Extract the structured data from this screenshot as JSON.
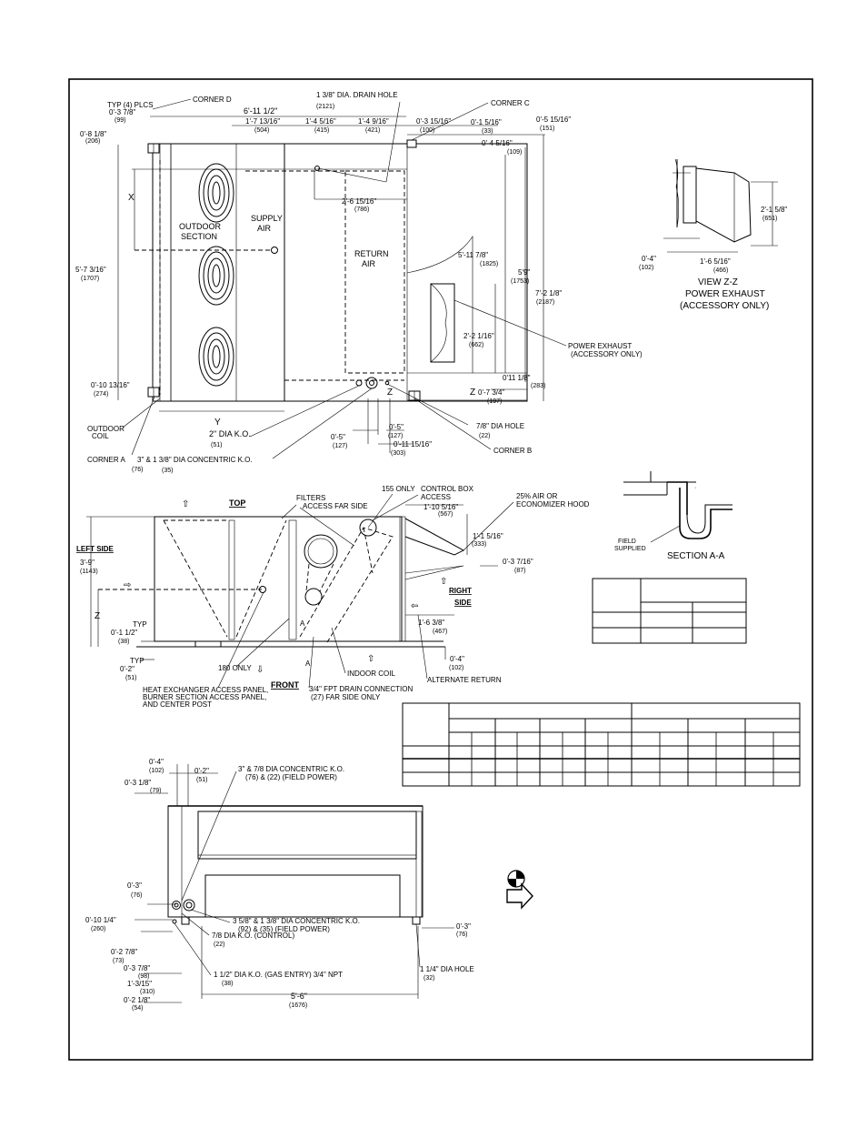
{
  "top_view": {
    "corner_d": "CORNER D",
    "corner_c": "CORNER C",
    "corner_a": "CORNER A",
    "corner_b": "CORNER B",
    "typ_4_plcs": "TYP (4) PLCS",
    "drain_hole": "1 3/8\" DIA. DRAIN HOLE",
    "dims": {
      "d_0_3_7_8": "0'-3 7/8\"",
      "m_99": "(99)",
      "d_0_8_1_8": "0'-8 1/8\"",
      "m_206": "(206)",
      "d_6_11_1_2": "6'-11 1/2\"",
      "m_2121": "(2121)",
      "d_1_7_13_16": "1'-7 13/16\"",
      "m_504": "(504)",
      "d_1_4_5_16": "1'-4 5/16\"",
      "m_415": "(415)",
      "d_1_4_9_16": "1'-4 9/16\"",
      "m_421": "(421)",
      "d_0_3_15_16": "0'-3 15/16\"",
      "m_100": "(100)",
      "d_0_1_5_16": "0'-1 5/16\"",
      "m_33": "(33)",
      "d_0_5_15_16": "0'-5 15/16\"",
      "m_151": "(151)",
      "d_0_4_5_16": "0'-4 5/16\"",
      "m_109": "(109)",
      "d_2_6_15_16": "2'-6 15/16\"",
      "m_786": "(786)",
      "d_5_7_3_16": "5'-7 3/16\"",
      "m_1707": "(1707)",
      "d_5_11_7_8": "5'-11 7/8\"",
      "m_1825": "(1825)",
      "d_5_9": "5'9\"",
      "m_1753": "(1753)",
      "d_7_2_1_8": "7'-2 1/8\"",
      "m_2187": "(2187)",
      "d_2_2_1_16": "2'-2 1/16\"",
      "m_662": "(662)",
      "d_0_11_1_8": "0'11 1/8\"",
      "m_283": "(283)",
      "d_0_7_3_4": "0'-7 3/4\"",
      "m_197": "(197)",
      "d_0_10_13_16": "0'-10 13/16\"",
      "m_274": "(274)",
      "d_0_5_a": "0'-5\"",
      "m_127a": "(127)",
      "d_0_5_b": "0'-5\"",
      "m_127b": "(127)",
      "d_0_11_15_16": "0'-11 15/16\"",
      "m_303": "(303)"
    },
    "x_label": "X",
    "y_label": "Y",
    "z_label1": "Z",
    "z_label2": "Z",
    "outdoor_section": [
      "OUTDOOR",
      "SECTION"
    ],
    "supply_air": [
      "SUPPLY",
      "AIR"
    ],
    "return_air": [
      "RETURN",
      "AIR"
    ],
    "outdoor_coil": [
      "OUTDOOR",
      "COIL"
    ],
    "ko_2in": "2\" DIA K.O.",
    "m_51": "(51)",
    "concentric_ko": "3\" & 1 3/8\" DIA CONCENTRIC K.O.",
    "m_76_35": [
      "(76)",
      "(35)"
    ],
    "hole_7_8": "7/8\" DIA HOLE",
    "m_22": "(22)",
    "power_exhaust": [
      "POWER EXHAUST",
      "(ACCESSORY ONLY)"
    ]
  },
  "view_zz": {
    "title": [
      "VIEW Z-Z",
      "POWER EXHAUST",
      "(ACCESSORY ONLY)"
    ],
    "d_2_1_5_8": "2'-1 5/8\"",
    "m_651": "(651)",
    "d_1_6_5_16": "1'-6 5/16\"",
    "m_466": "(466)",
    "d_0_4": "0'-4\"",
    "m_102": "(102)"
  },
  "side_view": {
    "top": "TOP",
    "left_side": "LEFT SIDE",
    "right_side": [
      "RIGHT",
      "SIDE"
    ],
    "front": "FRONT",
    "filters": [
      "FILTERS",
      "ACCESS FAR SIDE"
    ],
    "only_155": "155 ONLY",
    "control_box": [
      "CONTROL BOX",
      "ACCESS"
    ],
    "hood": [
      "25% AIR OR",
      "ECONOMIZER HOOD"
    ],
    "d_1_10_5_16": "1'-10 5/16\"",
    "m_567": "(567)",
    "d_1_1_5_16": "1'-1 5/16\"",
    "m_333": "(333)",
    "d_0_3_7_16": "0'-3 7/16\"",
    "m_87": "(87)",
    "d_3_9": "3'-9\"",
    "m_1143": "(1143)",
    "z_label": "Z",
    "typ1": "TYP",
    "d_0_1_1_2": "0'-1 1/2\"",
    "m_38": "(38)",
    "typ2": "TYP",
    "d_0_2": "0'-2\"",
    "m_51": "(51)",
    "d_1_6_3_8": "1'-6 3/8\"",
    "m_467": "(467)",
    "d_0_4": "0'-4\"",
    "m_102": "(102)",
    "only_180": "180 ONLY",
    "heat_exchanger": [
      "HEAT EXCHANGER ACCESS PANEL,",
      "BURNER SECTION ACCESS PANEL,",
      "AND CENTER POST"
    ],
    "indoor_coil": "INDOOR COIL",
    "drain_conn": [
      "3/4\" FPT DRAIN CONNECTION",
      "(27)   FAR SIDE ONLY"
    ],
    "alternate_return": "ALTERNATE RETURN",
    "a_label1": "A",
    "a_label2": "A"
  },
  "section_aa": {
    "title": "SECTION A-A",
    "field_supplied": [
      "FIELD",
      "SUPPLIED"
    ]
  },
  "end_view": {
    "d_0_4": "0'-4\"",
    "m_102": "(102)",
    "d_0_2": "0'-2\"",
    "m_51": "(51)",
    "d_0_3_1_8": "0'-3 1/8\"",
    "m_79": "(79)",
    "concentric_field": [
      "3\" & 7/8 DIA CONCENTRIC K.O.",
      "(76) & (22)  (FIELD POWER)"
    ],
    "d_0_3": "0'-3\"",
    "m_76": "(76)",
    "d_0_10_1_4": "0'-10 1/4\"",
    "m_260": "(260)",
    "concentric_358": [
      "3 5/8\" & 1 3/8\" DIA CONCENTRIC K.O.",
      "(92) & (35)  (FIELD POWER)"
    ],
    "ko_7_8": [
      "7/8 DIA K.O.  (CONTROL)",
      "(22)"
    ],
    "d_0_2_7_8": "0'-2 7/8\"",
    "m_73": "(73)",
    "d_0_3_7_8": "0'-3 7/8\"",
    "m_98": "(98)",
    "d_1_3_3_16": "1'-3/15\"",
    "m_310": "(310)",
    "ko_gas": [
      "1 1/2\" DIA K.O. (GAS ENTRY) 3/4\" NPT",
      "(38)"
    ],
    "d_0_2_1_8": "0'-2 1/8\"",
    "m_54": "(54)",
    "d_5_6": "5'-6\"",
    "m_1676": "(1676)",
    "d_0_3_b": "0'-3\"",
    "m_76b": "(76)",
    "hole_1_1_4": [
      "1 1/4\" DIA HOLE",
      "(32)"
    ]
  }
}
